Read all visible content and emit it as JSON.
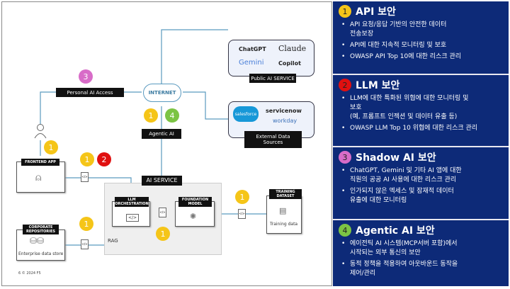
{
  "diagram": {
    "personal_ai_access": "Personal AI Access",
    "internet": "INTERNET",
    "public_ai_service": "Public AI  SERVICE",
    "public_ai_logos": [
      "ChatGPT",
      "Claude",
      "Gemini",
      "Copilot"
    ],
    "external_data_sources": "External Data\nSources",
    "external_logos": [
      "salesforce",
      "servicenow",
      "workday"
    ],
    "agentic_ai": "Agentic AI",
    "frontend_app": "FRONTEND APP",
    "ai_service": "AI  SERVICE",
    "llm_orchestration": "LLM\nORCHESTRATION",
    "foundation_model": "FOUNDATION\nMODEL",
    "training_dataset": "TRAINING\nDATASET",
    "training_data": "Training data",
    "corporate_repositories": "CORPORATE\nREPOSITORIES",
    "enterprise_data_store": "Enterprise data store",
    "rag": "RAG",
    "api_tag": "</>",
    "footer": "6   © 2024 F5"
  },
  "colors": {
    "badge1": "#f5c518",
    "badge2": "#e01010",
    "badge3": "#d86cc8",
    "badge4": "#7cc444",
    "panel": "#0d2a78",
    "line": "#5a9abf"
  },
  "sections": [
    {
      "num": "1",
      "title": "API 보안",
      "bullets": [
        "API 요청/응답 기반의 안전한 데이터\n전송보장",
        "API에 대한 지속적 모니터링 및 보호",
        "OWASP API Top 10에 대한 리스크 관리"
      ]
    },
    {
      "num": "2",
      "title": "LLM 보안",
      "bullets": [
        "LLM에 대한 특화된 위협에 대한 모니터링 및\n보호\n(예, 프롬프트 인젝션 및 데이터 유출 등)",
        "OWASP LLM Top 10 위협에 대한 리스크 관리"
      ]
    },
    {
      "num": "3",
      "title": "Shadow AI 보안",
      "bullets": [
        "ChatGPT, Gemini 및 기타 AI 앱에 대한\n직원의 공공 AI 사용에 대한 리스크 관리",
        "인가되지 않은 엑세스 및 잠재적 데이터\n유출에 대한 모니터링"
      ]
    },
    {
      "num": "4",
      "title": "Agentic AI 보안",
      "bullets": [
        "에이전틱 AI 시스템(MCP서버 포함)에서\n시작되는 외부 통신의 보안",
        "동적 정책을 적용하여 아웃바운드 동작을\n제어/관리"
      ]
    }
  ]
}
